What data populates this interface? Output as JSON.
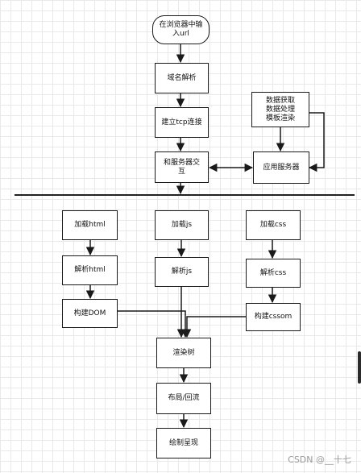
{
  "diagram": {
    "nodes": {
      "input_url": "在浏览器中输\n入url",
      "dns": "域名解析",
      "tcp": "建立tcp连接",
      "interact": "和服务器交\n互",
      "data_proc": "数据获取\n数据处理\n模板渲染",
      "app_server": "应用服务器",
      "load_html": "加载html",
      "parse_html": "解析html",
      "build_dom": "构建DOM",
      "load_js": "加载js",
      "parse_js": "解析js",
      "load_css": "加载css",
      "parse_css": "解析css",
      "build_cssom": "构建cssom",
      "render_tree": "渲染树",
      "layout": "布局/回流",
      "paint": "绘制呈现"
    },
    "colors": {
      "stroke": "#1a1a1a",
      "grid": "#e9e9e9",
      "background": "#ffffff"
    }
  },
  "watermark": "CSDN @__十七"
}
